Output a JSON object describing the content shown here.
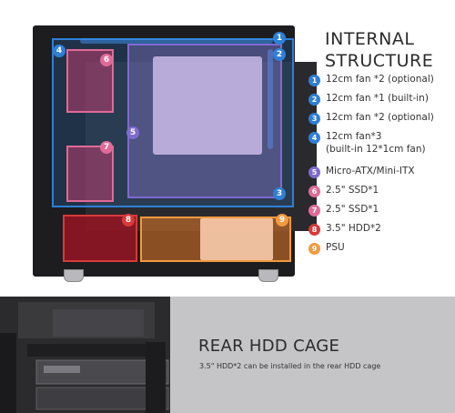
{
  "heading": {
    "line1": "INTERNAL",
    "line2": "STRUCTURE"
  },
  "legend": [
    {
      "num": "1",
      "text": "12cm fan *2 (optional)",
      "color": "#2f7fd6"
    },
    {
      "num": "2",
      "text": "12cm fan *1 (built-in)",
      "color": "#2f7fd6"
    },
    {
      "num": "3",
      "text": "12cm fan *2 (optional)",
      "color": "#2f7fd6"
    },
    {
      "num": "4",
      "text": "12cm fan*3",
      "text2": "(built-in 12*1cm fan)",
      "color": "#2f7fd6"
    },
    {
      "num": "5",
      "text": "Micro-ATX/Mini-ITX",
      "color": "#7f6ad0"
    },
    {
      "num": "6",
      "text": "2.5\" SSD*1",
      "color": "#e06a98"
    },
    {
      "num": "7",
      "text": "2.5\" SSD*1",
      "color": "#e06a98"
    },
    {
      "num": "8",
      "text": "3.5\" HDD*2",
      "color": "#d83a3a"
    },
    {
      "num": "9",
      "text": "PSU",
      "color": "#f29a3e"
    }
  ],
  "rear": {
    "title": "REAR HDD CAGE",
    "subtitle": "3.5\" HDD*2 can be installed in the rear HDD cage"
  }
}
